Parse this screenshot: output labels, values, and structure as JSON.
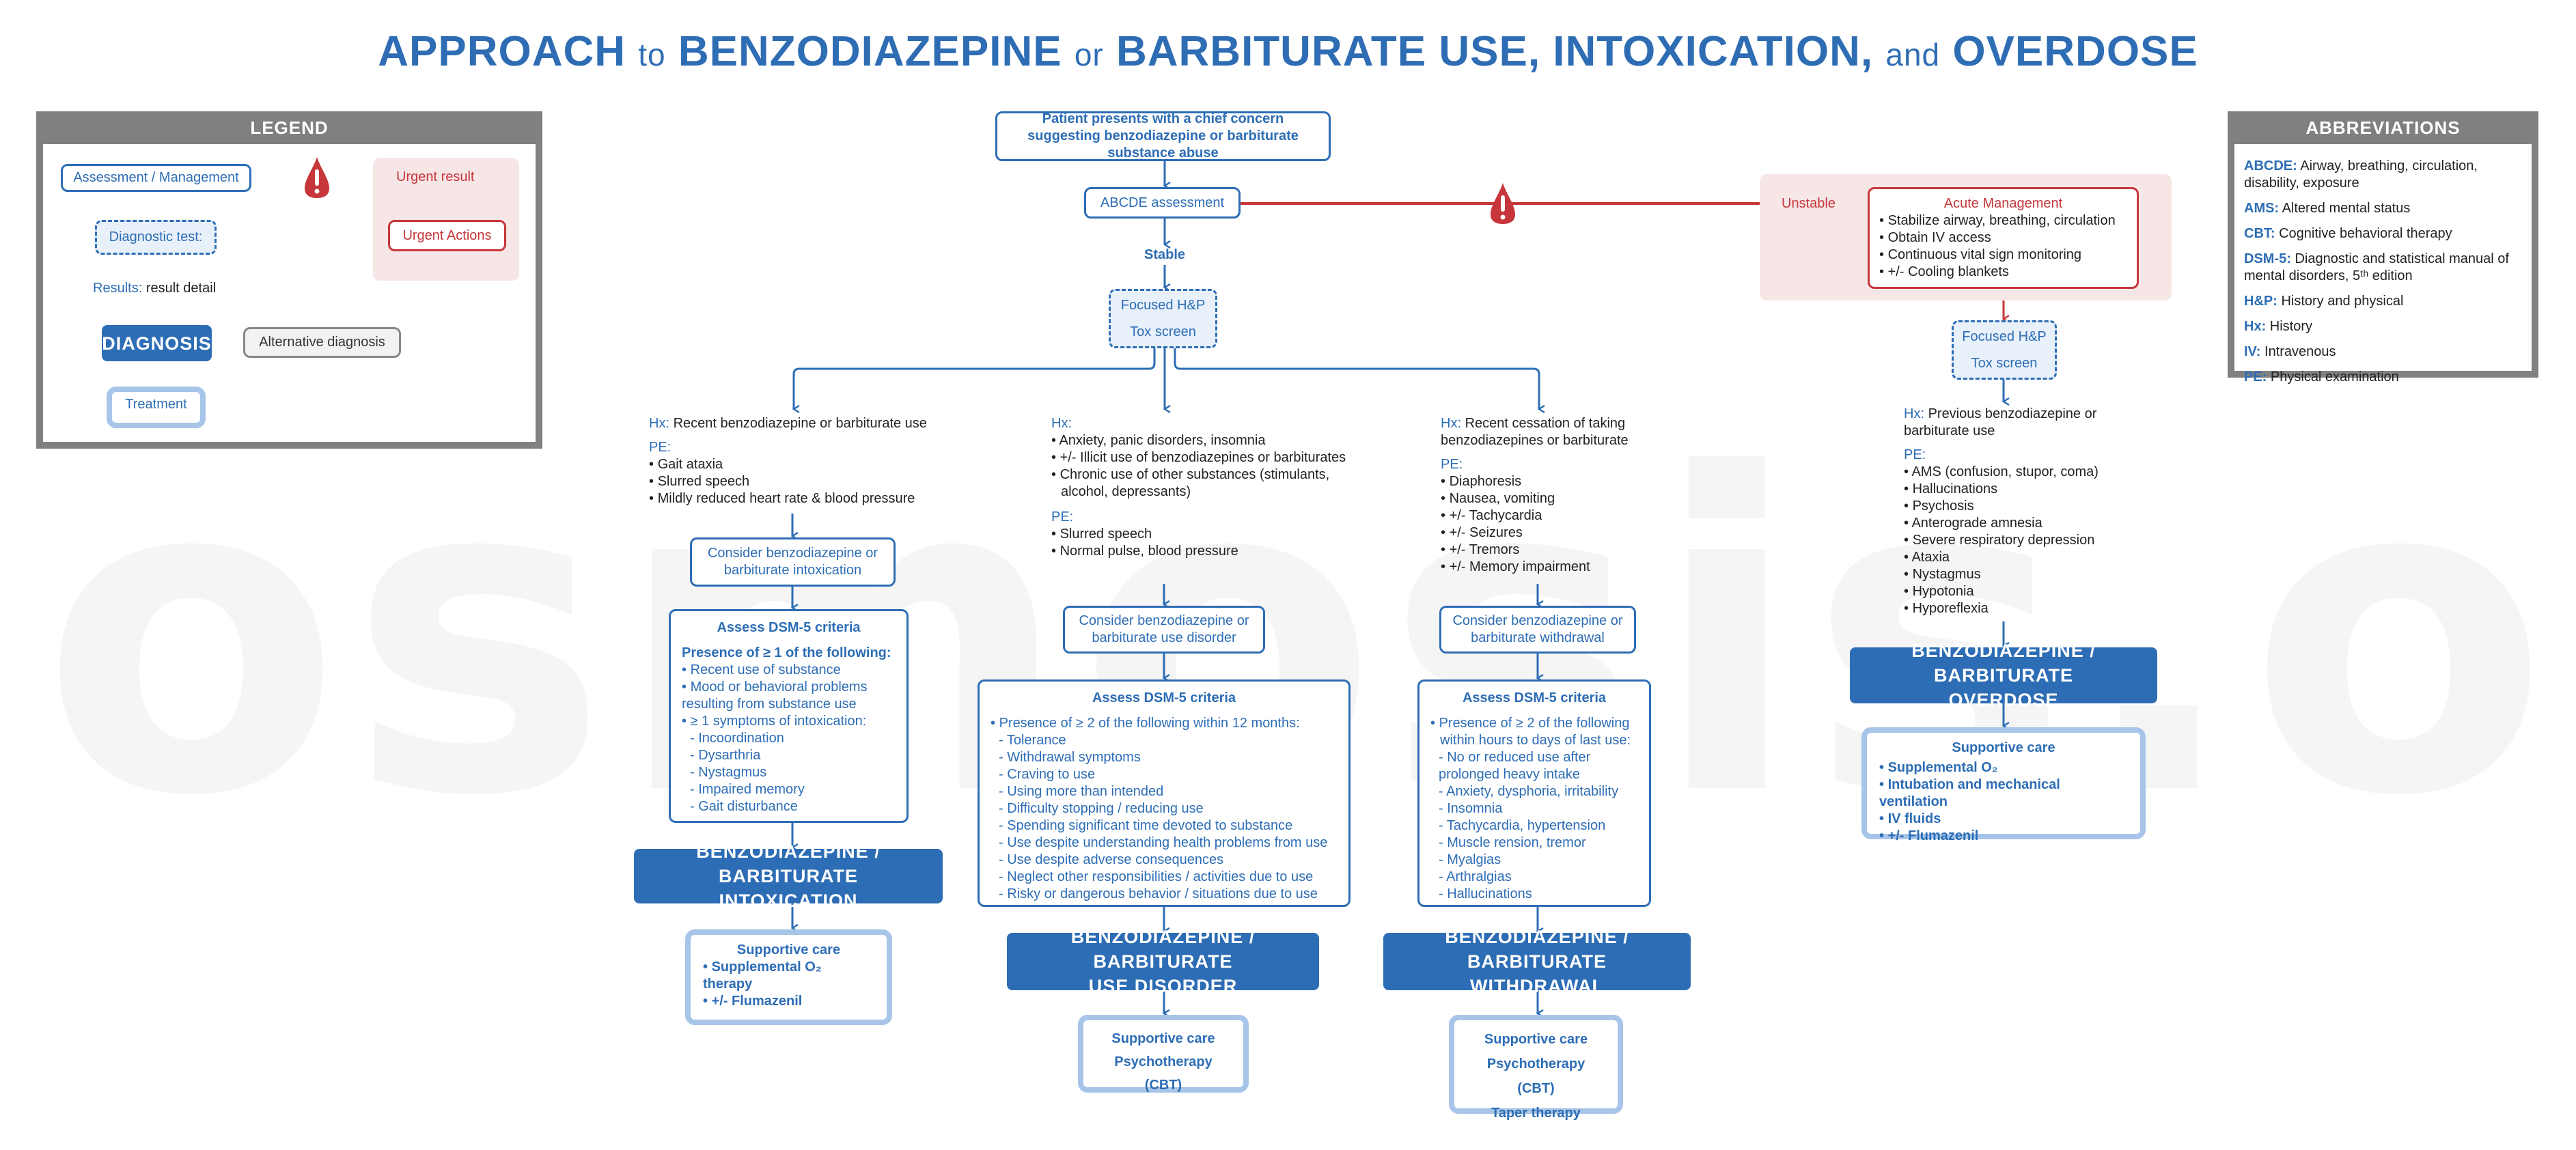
{
  "watermark": "osmosis.org",
  "title": {
    "p1": "APPROACH",
    "p2": "to",
    "p3": "BENZODIAZEPINE",
    "p4": "or",
    "p5": "BARBITURATE USE, INTOXICATION,",
    "p6": "and",
    "p7": "OVERDOSE"
  },
  "legend": {
    "title": "LEGEND",
    "assessment": "Assessment / Management",
    "urgent_result": "Urgent result",
    "urgent_actions": "Urgent Actions",
    "diagnostic_test": "Diagnostic test:",
    "results_label": "Results:",
    "results_value": "result detail",
    "diagnosis": "DIAGNOSIS",
    "alternative": "Alternative diagnosis",
    "treatment": "Treatment"
  },
  "abbreviations": {
    "title": "ABBREVIATIONS",
    "items": [
      {
        "abbr": "ABCDE:",
        "def": "Airway, breathing, circulation, disability, exposure"
      },
      {
        "abbr": "AMS:",
        "def": "Altered mental status"
      },
      {
        "abbr": "CBT:",
        "def": "Cognitive behavioral therapy"
      },
      {
        "abbr": "DSM-5:",
        "def": "Diagnostic and statistical manual of mental disorders, 5ᵗʰ edition"
      },
      {
        "abbr": "H&P:",
        "def": "History and physical"
      },
      {
        "abbr": "Hx:",
        "def": "History"
      },
      {
        "abbr": "IV:",
        "def": "Intravenous"
      },
      {
        "abbr": "PE:",
        "def": "Physical examination"
      }
    ]
  },
  "top": {
    "presentation": "Patient presents with a chief concern suggesting benzodiazepine or barbiturate substance abuse",
    "abcde": "ABCDE assessment",
    "stable": "Stable",
    "unstable": "Unstable",
    "focused_hp": "Focused H&P",
    "tox_screen": "Tox screen",
    "acute": {
      "title": "Acute Management",
      "items": [
        "Stabilize airway, breathing, circulation",
        "Obtain IV access",
        "Continuous vital sign monitoring",
        "+/- Cooling blankets"
      ]
    },
    "focused_hp_right": "Focused H&P",
    "tox_screen_right": "Tox screen"
  },
  "col1": {
    "hx_label": "Hx:",
    "hx": "Recent benzodiazepine or barbiturate use",
    "pe_label": "PE:",
    "pe": [
      "Gait ataxia",
      "Slurred speech",
      "Mildly reduced heart rate & blood pressure"
    ],
    "consider": "Consider benzodiazepine or barbiturate intoxication",
    "assess_title": "Assess DSM-5 criteria",
    "assess_lead": "Presence of ≥ 1 of the following:",
    "assess_bullets": [
      "Recent use of substance",
      "Mood or behavioral problems resulting from substance use",
      "≥ 1 symptoms of intoxication:"
    ],
    "assess_dashes": [
      "Incoordination",
      "Dysarthria",
      "Nystagmus",
      "Impaired memory",
      "Gait disturbance"
    ],
    "diagnosis_l1": "BENZODIAZEPINE / BARBITURATE",
    "diagnosis_l2": "INTOXICATION",
    "care_title": "Supportive care",
    "care": [
      "Supplemental O₂ therapy",
      "+/- Flumazenil"
    ]
  },
  "col2": {
    "hx_label": "Hx:",
    "hx": [
      "Anxiety, panic disorders, insomnia",
      "+/- Illicit use of benzodiazepines or barbiturates",
      "Chronic use of other substances (stimulants, alcohol, depressants)"
    ],
    "pe_label": "PE:",
    "pe": [
      "Slurred speech",
      "Normal pulse, blood pressure"
    ],
    "consider": "Consider benzodiazepine or barbiturate use disorder",
    "assess_title": "Assess DSM-5 criteria",
    "assess_lead": "Presence of ≥ 2 of the following within 12 months:",
    "assess_dashes": [
      "Tolerance",
      "Withdrawal symptoms",
      "Craving to use",
      "Using more than intended",
      "Difficulty stopping / reducing use",
      "Spending significant time devoted to substance",
      "Use despite understanding health problems from use",
      "Use despite adverse consequences",
      "Neglect other responsibilities / activities due to use",
      "Risky or dangerous behavior / situations due to use"
    ],
    "diagnosis_l1": "BENZODIAZEPINE / BARBITURATE",
    "diagnosis_l2": "USE DISORDER",
    "care_title": "Supportive care",
    "care": [
      "Psychotherapy (CBT)"
    ]
  },
  "col3": {
    "hx_label": "Hx:",
    "hx": "Recent cessation of taking benzodiazepines or barbiturate",
    "pe_label": "PE:",
    "pe": [
      "Diaphoresis",
      "Nausea, vomiting",
      "+/- Tachycardia",
      "+/- Seizures",
      "+/- Tremors",
      "+/- Memory impairment"
    ],
    "consider": "Consider benzodiazepine or barbiturate withdrawal",
    "assess_title": "Assess DSM-5 criteria",
    "assess_lead": "Presence of ≥ 2 of the following within hours to days of last use:",
    "assess_dashes": [
      "No or reduced use after prolonged heavy intake",
      "Anxiety, dysphoria, irritability",
      "Insomnia",
      "Tachycardia, hypertension",
      "Muscle rension, tremor",
      "Myalgias",
      "Arthralgias",
      "Hallucinations"
    ],
    "diagnosis_l1": "BENZODIAZEPINE / BARBITURATE",
    "diagnosis_l2": "WITHDRAWAL",
    "care_title": "Supportive care",
    "care": [
      "Psychotherapy (CBT)",
      "Taper therapy"
    ]
  },
  "col4": {
    "hx_label": "Hx:",
    "hx": "Previous benzodiazepine or barbiturate use",
    "pe_label": "PE:",
    "pe": [
      "AMS (confusion, stupor, coma)",
      "Hallucinations",
      "Psychosis",
      "Anterograde amnesia",
      "Severe respiratory depression",
      "Ataxia",
      "Nystagmus",
      "Hypotonia",
      "Hyporeflexia"
    ],
    "diagnosis_l1": "BENZODIAZEPINE / BARBITURATE",
    "diagnosis_l2": "OVERDOSE",
    "care_title": "Supportive care",
    "care": [
      "Supplemental O₂",
      "Intubation and mechanical ventilation",
      "IV fluids",
      "+/- Flumazenil"
    ]
  },
  "colors": {
    "blue": "#2d6db5",
    "red": "#c6363a",
    "pink": "#f7e6e6",
    "light_blue": "#a7c5e8",
    "gray": "#808080"
  }
}
